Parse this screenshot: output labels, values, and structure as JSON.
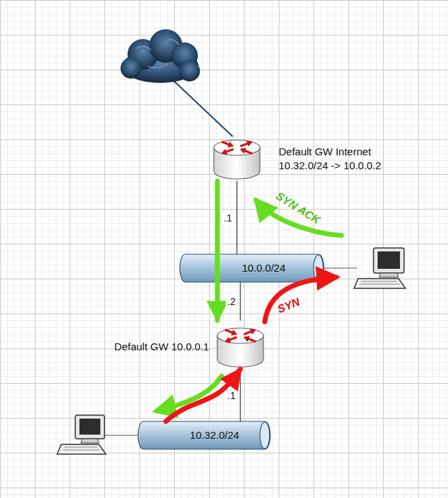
{
  "diagram": {
    "nodes": [
      {
        "text": [
          "Default GW Internet",
          "10.32.0/24 -> 10.0.0.2"
        ]
      },
      {
        "text": [
          "10.0.0/24"
        ]
      },
      {
        "text": [
          "Default GW 10.0.0.1"
        ]
      },
      {
        "text": [
          "10.32.0/24"
        ]
      }
    ],
    "edges": [
      {
        "from": 0,
        "to": 1,
        "label": ".1",
        "arrow": "none"
      },
      {
        "from": 1,
        "to": 2,
        "label": ".2",
        "arrow": "none"
      },
      {
        "from": 2,
        "to": 3,
        "label": ".1",
        "arrow": "none"
      },
      {
        "from": 0,
        "to": 2,
        "arrow": "to"
      },
      {
        "from": 3,
        "to": 2,
        "arrow": "to"
      }
    ],
    "labels": [
      "SYN ACK",
      "SYN"
    ]
  }
}
